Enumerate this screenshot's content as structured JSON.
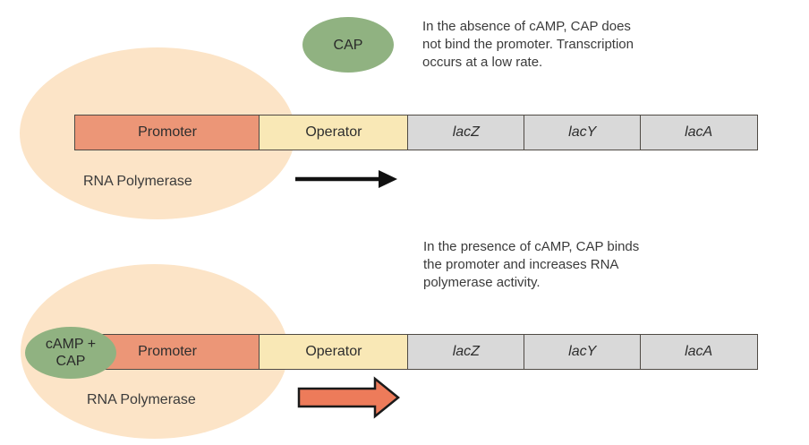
{
  "colors": {
    "peach": "#fce4c7",
    "green": "#90b281",
    "promoter": "#ec9677",
    "operator": "#f9e8b6",
    "gene": "#d9d9d9",
    "bar-border": "#4f4a44",
    "block-arrow": "#ed7b5a",
    "text": "#3b3b3b"
  },
  "gene_bar": {
    "segments": [
      {
        "label": "Promoter"
      },
      {
        "label": "Operator"
      },
      {
        "label": "lacZ"
      },
      {
        "label": "lacY"
      },
      {
        "label": "lacA"
      }
    ]
  },
  "top_panel": {
    "cap_label": "CAP",
    "caption_lines": [
      "In the absence of cAMP, CAP does",
      "not bind the promoter. Transcription",
      "occurs at a low rate."
    ],
    "rna_polymerase_label": "RNA Polymerase"
  },
  "bottom_panel": {
    "cap_lines": [
      "cAMP +",
      "CAP"
    ],
    "caption_lines": [
      "In the presence of cAMP, CAP binds",
      "the promoter and increases RNA",
      "polymerase activity."
    ],
    "rna_polymerase_label": "RNA Polymerase"
  }
}
